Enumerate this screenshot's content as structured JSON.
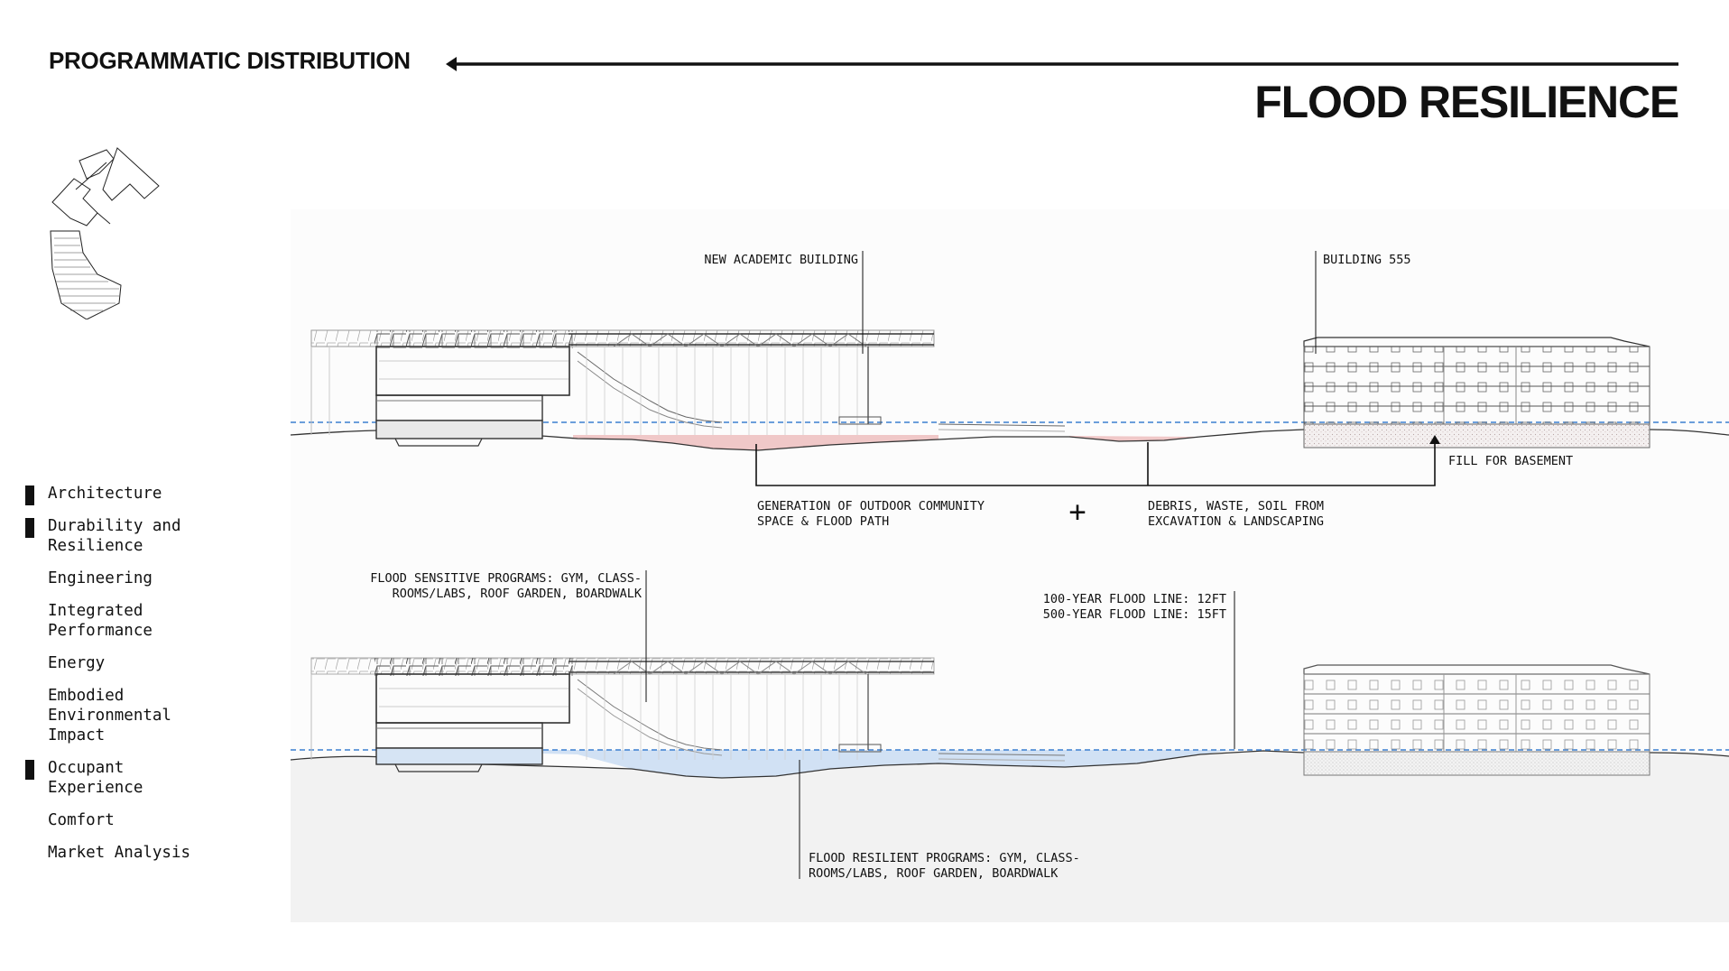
{
  "header": {
    "section_title": "PROGRAMMATIC DISTRIBUTION",
    "page_title": "FLOOD RESILIENCE"
  },
  "sidebar": {
    "items": [
      {
        "label": "Architecture",
        "lines": [
          "Architecture"
        ],
        "active": true
      },
      {
        "label": "Durability and Resilience",
        "lines": [
          "Durability and",
          "Resilience"
        ],
        "active": true
      },
      {
        "label": "Engineering",
        "lines": [
          "Engineering"
        ],
        "active": false
      },
      {
        "label": "Integrated Performance",
        "lines": [
          "Integrated",
          "Performance"
        ],
        "active": false
      },
      {
        "label": "Energy",
        "lines": [
          "Energy"
        ],
        "active": false
      },
      {
        "label": "Embodied Environmental Impact",
        "lines": [
          "Embodied",
          "Environmental",
          "Impact"
        ],
        "active": false
      },
      {
        "label": "Occupant Experience",
        "lines": [
          "Occupant",
          "Experience"
        ],
        "active": true
      },
      {
        "label": "Comfort",
        "lines": [
          "Comfort"
        ],
        "active": false
      },
      {
        "label": "Market Analysis",
        "lines": [
          "Market Analysis"
        ],
        "active": false
      }
    ]
  },
  "diagram": {
    "top": {
      "label_new_building": "NEW ACADEMIC BUILDING",
      "label_building_555": "BUILDING 555",
      "label_fill": "FILL FOR BASEMENT",
      "label_outdoor_1": "GENERATION OF OUTDOOR COMMUNITY",
      "label_outdoor_2": "SPACE & FLOOD PATH",
      "label_plus": "+",
      "label_debris_1": "DEBRIS, WASTE, SOIL FROM",
      "label_debris_2": "EXCAVATION & LANDSCAPING"
    },
    "bottom": {
      "label_sensitive_1": "FLOOD SENSITIVE PROGRAMS: GYM, CLASS-",
      "label_sensitive_2": "ROOMS/LABS, ROOF GARDEN, BOARDWALK",
      "label_flood100": "100-YEAR FLOOD LINE: 12FT",
      "label_flood500": "500-YEAR FLOOD LINE: 15FT",
      "label_resilient_1": "FLOOD RESILIENT PROGRAMS: GYM, CLASS-",
      "label_resilient_2": "ROOMS/LABS, ROOF GARDEN, BOARDWALK"
    }
  },
  "colors": {
    "flood_line": "#3b7fd0",
    "fill_pink": "#f0c8c8",
    "water_blue": "#c9dcf2",
    "ground_gray": "#f2f2f2"
  }
}
